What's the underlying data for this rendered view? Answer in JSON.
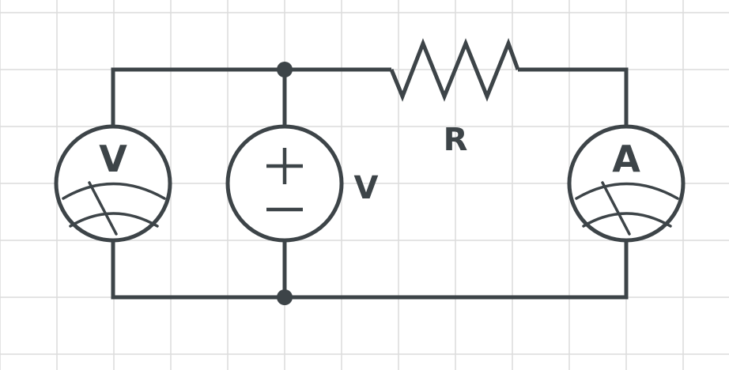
{
  "labels": {
    "voltmeter": "V",
    "source_value": "V",
    "resistor": "R",
    "ammeter": "A"
  },
  "colors": {
    "ink": "#3d4448",
    "grid": "#dcdcdc",
    "background": "#ffffff"
  },
  "components": [
    {
      "type": "voltmeter",
      "label": "V"
    },
    {
      "type": "voltage-source",
      "label": "V",
      "polarity": "+ top, − bottom"
    },
    {
      "type": "resistor",
      "label": "R"
    },
    {
      "type": "ammeter",
      "label": "A"
    }
  ]
}
